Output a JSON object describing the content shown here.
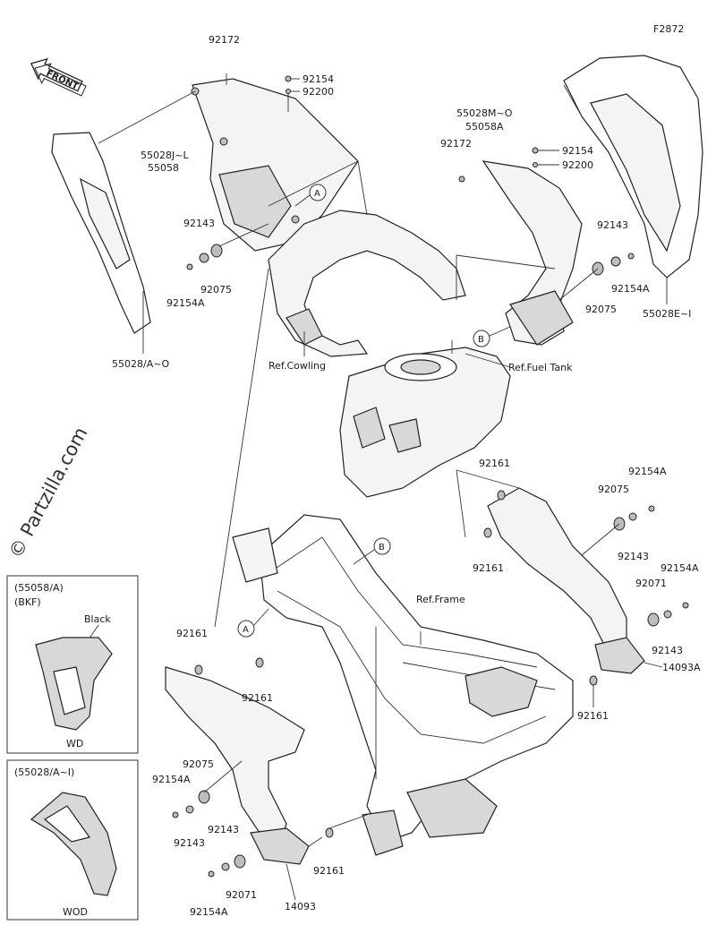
{
  "figure_code": "F2872",
  "front_label": "FRONT",
  "watermark": "© Partzilla.com",
  "refs": {
    "cowling": "Ref.Cowling",
    "fuel_tank": "Ref.Fuel Tank",
    "frame": "Ref.Frame"
  },
  "callouts": {
    "a": "A",
    "b": "B"
  },
  "parts": {
    "p92172_left": "92172",
    "p92154_top": "92154",
    "p92200_top": "92200",
    "p55028JL": "55028J~L",
    "p55058": "55058",
    "p92143_ul": "92143",
    "p92075_ul": "92075",
    "p92154A_ul": "92154A",
    "p55028AO": "55028/A~O",
    "p55028MO": "55028M~O",
    "p55058A": "55058A",
    "p92172_right": "92172",
    "p92154_right": "92154",
    "p92200_right": "92200",
    "p92143_ur": "92143",
    "p92154A_ur": "92154A",
    "p92075_ur": "92075",
    "p55028EI": "55028E~I",
    "p92161_r1": "92161",
    "p92154A_r1": "92154A",
    "p92075_r": "92075",
    "p92161_r2": "92161",
    "p92143_r1": "92143",
    "p92154A_r2": "92154A",
    "p92071_r": "92071",
    "p92143_r2": "92143",
    "p14093A": "14093A",
    "p92161_r3": "92161",
    "p92161_l1": "92161",
    "p92161_l2": "92161",
    "p92075_ll": "92075",
    "p92154A_ll": "92154A",
    "p92143_ll1": "92143",
    "p92143_ll2": "92143",
    "p92071_ll": "92071",
    "p92154A_ll2": "92154A",
    "p14093": "14093",
    "p92161_l3": "92161"
  },
  "inset_top": {
    "title": "(55058/A)",
    "subtitle": "(BKF)",
    "color_label": "Black",
    "footer": "WD"
  },
  "inset_bottom": {
    "title": "(55028/A~I)",
    "footer": "WOD"
  }
}
